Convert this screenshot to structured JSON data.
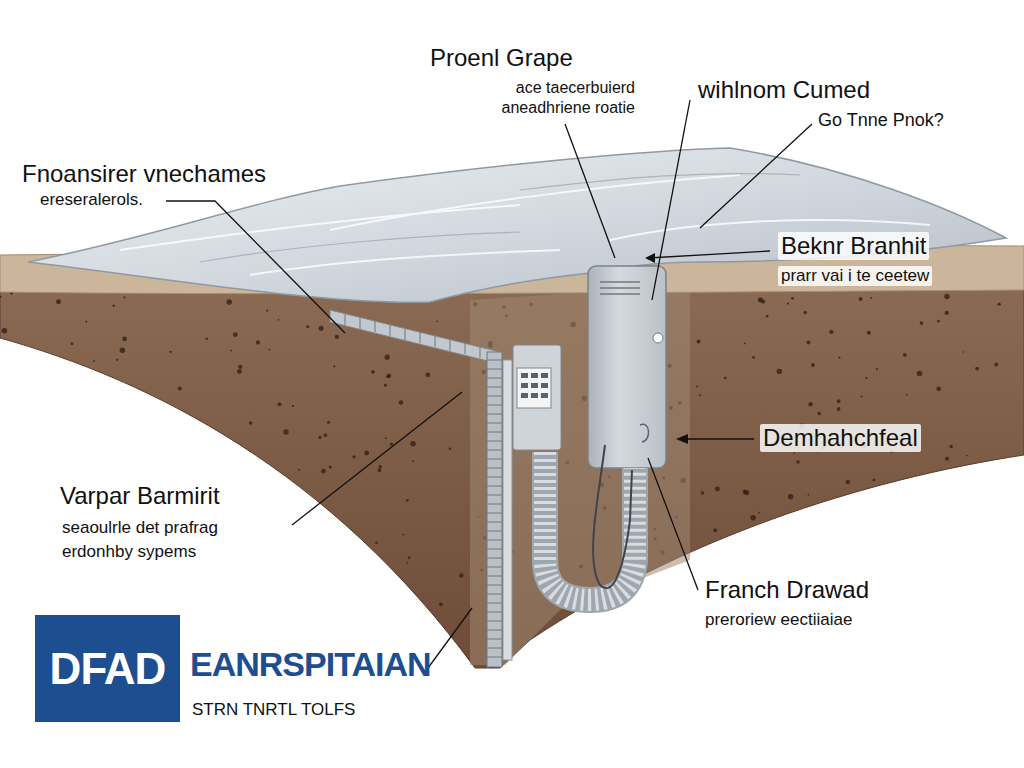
{
  "diagram": {
    "nodes": [
      {
        "text": [
          "DFAD"
        ]
      }
    ],
    "labels": [
      "Proenl Grape",
      "ace taecerbuierd aneadhriene roatie",
      "wihlnom Cumed",
      "Go Tnne Pnok?",
      "Fnoansirer vnechames",
      "ereseralerols.",
      "Beknr Branhit",
      "prarr vai i te ceetew",
      "Demhahchfeal",
      "Varpar Barmirit",
      "seaoulrle det prafrag erdonhby sypems",
      "Franch Drawad",
      "preroriew eectiiaiae",
      "EANRSPITAIAN",
      "STRN TNRTL TOLFS"
    ]
  }
}
